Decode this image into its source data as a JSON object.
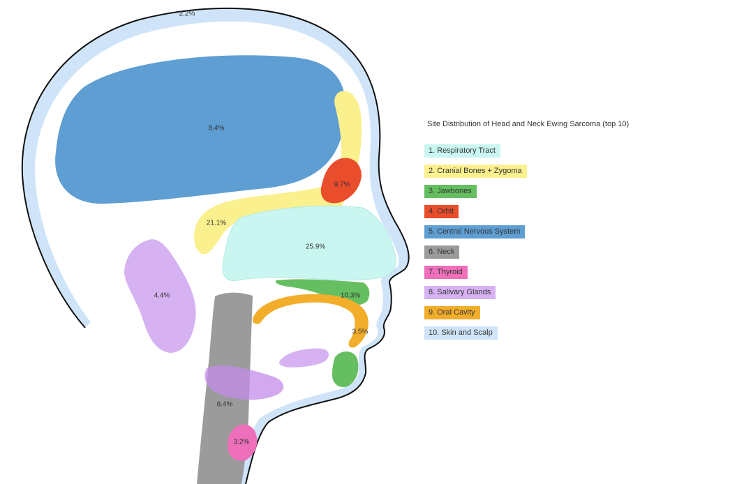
{
  "legend": {
    "title": "Site Distribution of Head and Neck Ewing Sarcoma (top 10)",
    "items": [
      {
        "id": "respiratory",
        "label": "1. Respiratory Tract",
        "color": "#c9f6f0"
      },
      {
        "id": "cranial",
        "label": "2. Cranial Bones + Zygoma",
        "color": "#fbf08e"
      },
      {
        "id": "jawbones",
        "label": "3. Jawbones",
        "color": "#65bf60"
      },
      {
        "id": "orbit",
        "label": "4. Orbit",
        "color": "#ea4d2b"
      },
      {
        "id": "cns",
        "label": "5. Central Nervous System",
        "color": "#5f9ed3"
      },
      {
        "id": "neck",
        "label": "6. Neck",
        "color": "#9b9b9b"
      },
      {
        "id": "thyroid",
        "label": "7. Thyroid",
        "color": "#ee6fba"
      },
      {
        "id": "salivary",
        "label": "8. Salivary Glands",
        "color": "#d6b2f2"
      },
      {
        "id": "oral",
        "label": "9. Oral Cavity",
        "color": "#f2ae2b"
      },
      {
        "id": "skin",
        "label": "10. Skin and Scalp",
        "color": "#cfe4f8"
      }
    ]
  },
  "regions": {
    "skin": "2.2%",
    "cns": "8.4%",
    "orbit": "9.7%",
    "cranial": "21.1%",
    "respiratory": "25.9%",
    "salivary": "4.4%",
    "jawbones": "10.3%",
    "oral": "3.5%",
    "neck": "8.4%",
    "thyroid": "3.2%"
  }
}
